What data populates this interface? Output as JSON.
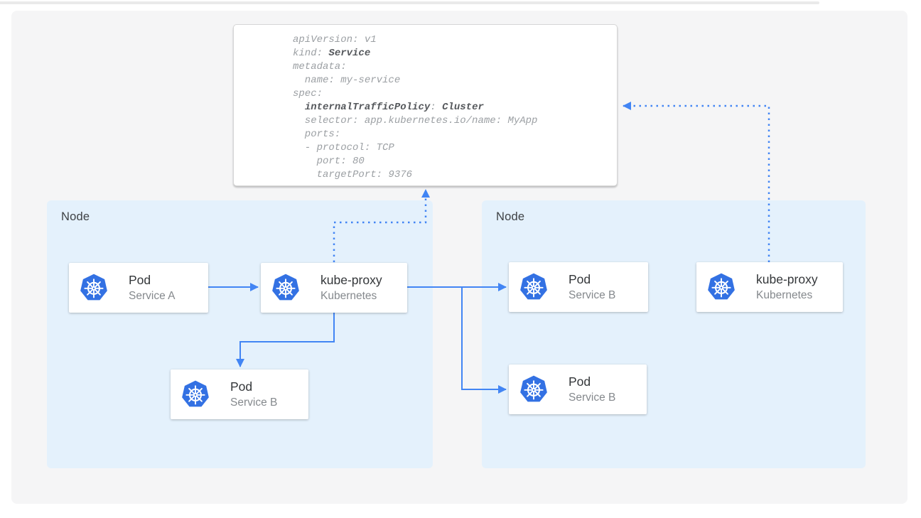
{
  "yaml_panel": {
    "lines": [
      [
        {
          "t": "apiVersion: v1",
          "b": false
        }
      ],
      [
        {
          "t": "kind: ",
          "b": false
        },
        {
          "t": "Service",
          "b": true
        }
      ],
      [
        {
          "t": "metadata:",
          "b": false
        }
      ],
      [
        {
          "t": "  name: my-service",
          "b": false
        }
      ],
      [
        {
          "t": "spec:",
          "b": false
        }
      ],
      [
        {
          "t": "  ",
          "b": false
        },
        {
          "t": "internalTrafficPolicy",
          "b": true
        },
        {
          "t": ": ",
          "b": false
        },
        {
          "t": "Cluster",
          "b": true
        }
      ],
      [
        {
          "t": "  selector: app.kubernetes.io/name: MyApp",
          "b": false
        }
      ],
      [
        {
          "t": "  ports:",
          "b": false
        }
      ],
      [
        {
          "t": "  - protocol: TCP",
          "b": false
        }
      ],
      [
        {
          "t": "    port: 80",
          "b": false
        }
      ],
      [
        {
          "t": "    targetPort: 9376",
          "b": false
        }
      ]
    ]
  },
  "nodes": {
    "left": {
      "label": "Node"
    },
    "right": {
      "label": "Node"
    }
  },
  "cards": {
    "pod_a": {
      "title": "Pod",
      "subtitle": "Service A"
    },
    "kube_proxy_left": {
      "title": "kube-proxy",
      "subtitle": "Kubernetes"
    },
    "pod_b_left": {
      "title": "Pod",
      "subtitle": "Service B"
    },
    "pod_b_right_top": {
      "title": "Pod",
      "subtitle": "Service B"
    },
    "pod_b_right_bottom": {
      "title": "Pod",
      "subtitle": "Service B"
    },
    "kube_proxy_right": {
      "title": "kube-proxy",
      "subtitle": "Kubernetes"
    }
  },
  "icons": {
    "kubernetes": "kubernetes-helm-wheel"
  },
  "colors": {
    "arrow_blue": "#4285F4",
    "node_bg": "#E4F1FC",
    "canvas_bg": "#F5F5F6",
    "k8s_icon_blue": "#3371E3",
    "code_text": "#9B9FA3",
    "code_bold_text": "#55585C",
    "card_title": "#333639",
    "card_subtitle": "#85898D",
    "node_label": "#3E4144"
  }
}
